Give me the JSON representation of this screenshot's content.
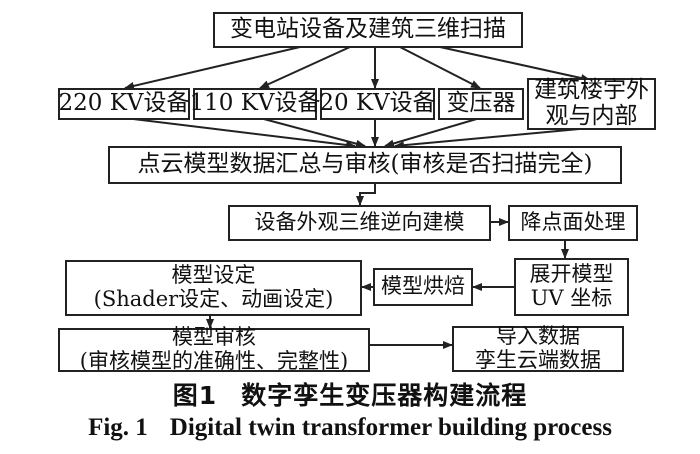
{
  "nodes": {
    "scan": "变电站设备及建筑三维扫描",
    "kv220": "220 KV设备",
    "kv110": "110 KV设备",
    "kv20": "20 KV设备",
    "transformer": "变压器",
    "building_line1": "建筑楼宇外",
    "building_line2": "观与内部",
    "pointcloud": "点云模型数据汇总与审核(审核是否扫描完全)",
    "reverse_model": "设备外观三维逆向建模",
    "decimate": "降点面处理",
    "uv_line1": "展开模型",
    "uv_line2": "UV 坐标",
    "bake": "模型烘焙",
    "setup_line1": "模型设定",
    "setup_line2": "(Shader设定、动画设定)",
    "review_line1": "模型审核",
    "review_line2": "(审核模型的准确性、完整性)",
    "import_line1": "导入数据",
    "import_line2": "孪生云端数据"
  },
  "caption": {
    "cn_label": "图1",
    "cn_title": "数字孪生变压器构建流程",
    "en_label": "Fig. 1",
    "en_title": "Digital twin transformer building process"
  }
}
